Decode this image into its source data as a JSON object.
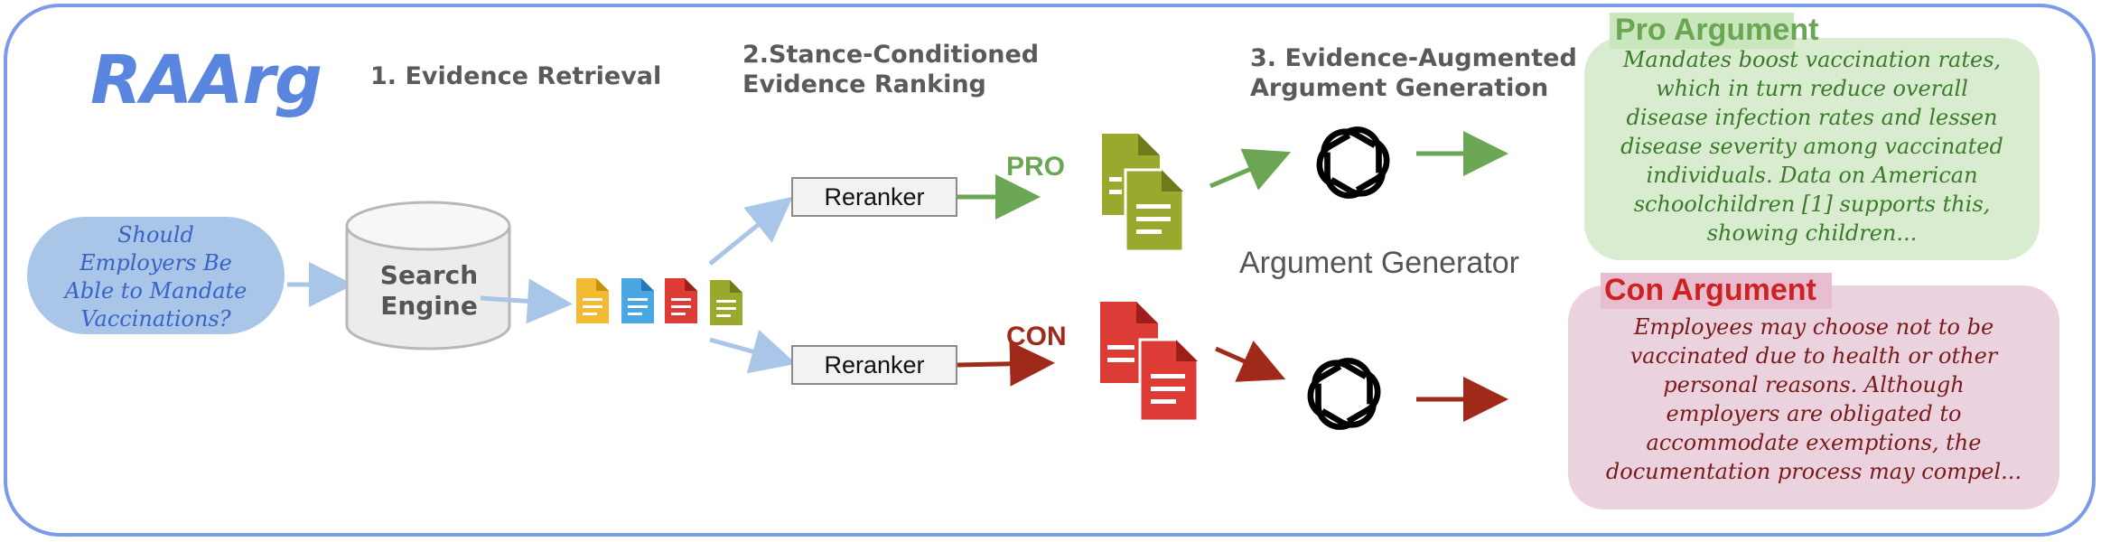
{
  "logo": "RAArg",
  "steps": {
    "retrieval": "1.  Evidence Retrieval",
    "ranking_line1": "2.Stance-Conditioned",
    "ranking_line2": "Evidence Ranking",
    "generation_line1": "3. Evidence-Augmented",
    "generation_line2": "Argument Generation"
  },
  "query": {
    "lines": [
      "Should",
      "Employers Be",
      "Able to Mandate",
      "Vaccinations?"
    ]
  },
  "search_engine": {
    "line1": "Search",
    "line2": "Engine"
  },
  "reranker_label": "Reranker",
  "stances": {
    "pro": "PRO",
    "con": "CON"
  },
  "generator_label": "Argument Generator",
  "pro_argument": {
    "title": "Pro Argument",
    "lines": [
      "Mandates boost vaccination rates,",
      "which in turn reduce overall",
      "disease infection rates and lessen",
      "disease severity among vaccinated",
      "individuals. Data on American",
      "schoolchildren [1] supports this,",
      "showing children..."
    ]
  },
  "con_argument": {
    "title": "Con Argument",
    "lines": [
      "Employees may choose not to be",
      "vaccinated due to health or other",
      "personal reasons. Although",
      "employers are obligated to",
      "accommodate exemptions, the",
      "documentation process may compel..."
    ]
  },
  "colors": {
    "frame": "#7b9bea",
    "logo": "#5b86e0",
    "query_fill": "#a9c5e8",
    "blue_arrow": "#a9c5e8",
    "pro": "#6aa653",
    "con": "#a02a1a",
    "pro_doc": "#9aa92e",
    "con_doc": "#dd3b35",
    "pro_box": "#d9ecd0",
    "con_box": "#ead3de",
    "pro_title_bg": "#c9e6bc",
    "con_title_bg": "#e9bdd0",
    "pro_title_text": "#6aa653",
    "con_title_text": "#cc2222",
    "pro_text": "#3a7a2a",
    "con_text": "#7a1a1a"
  }
}
